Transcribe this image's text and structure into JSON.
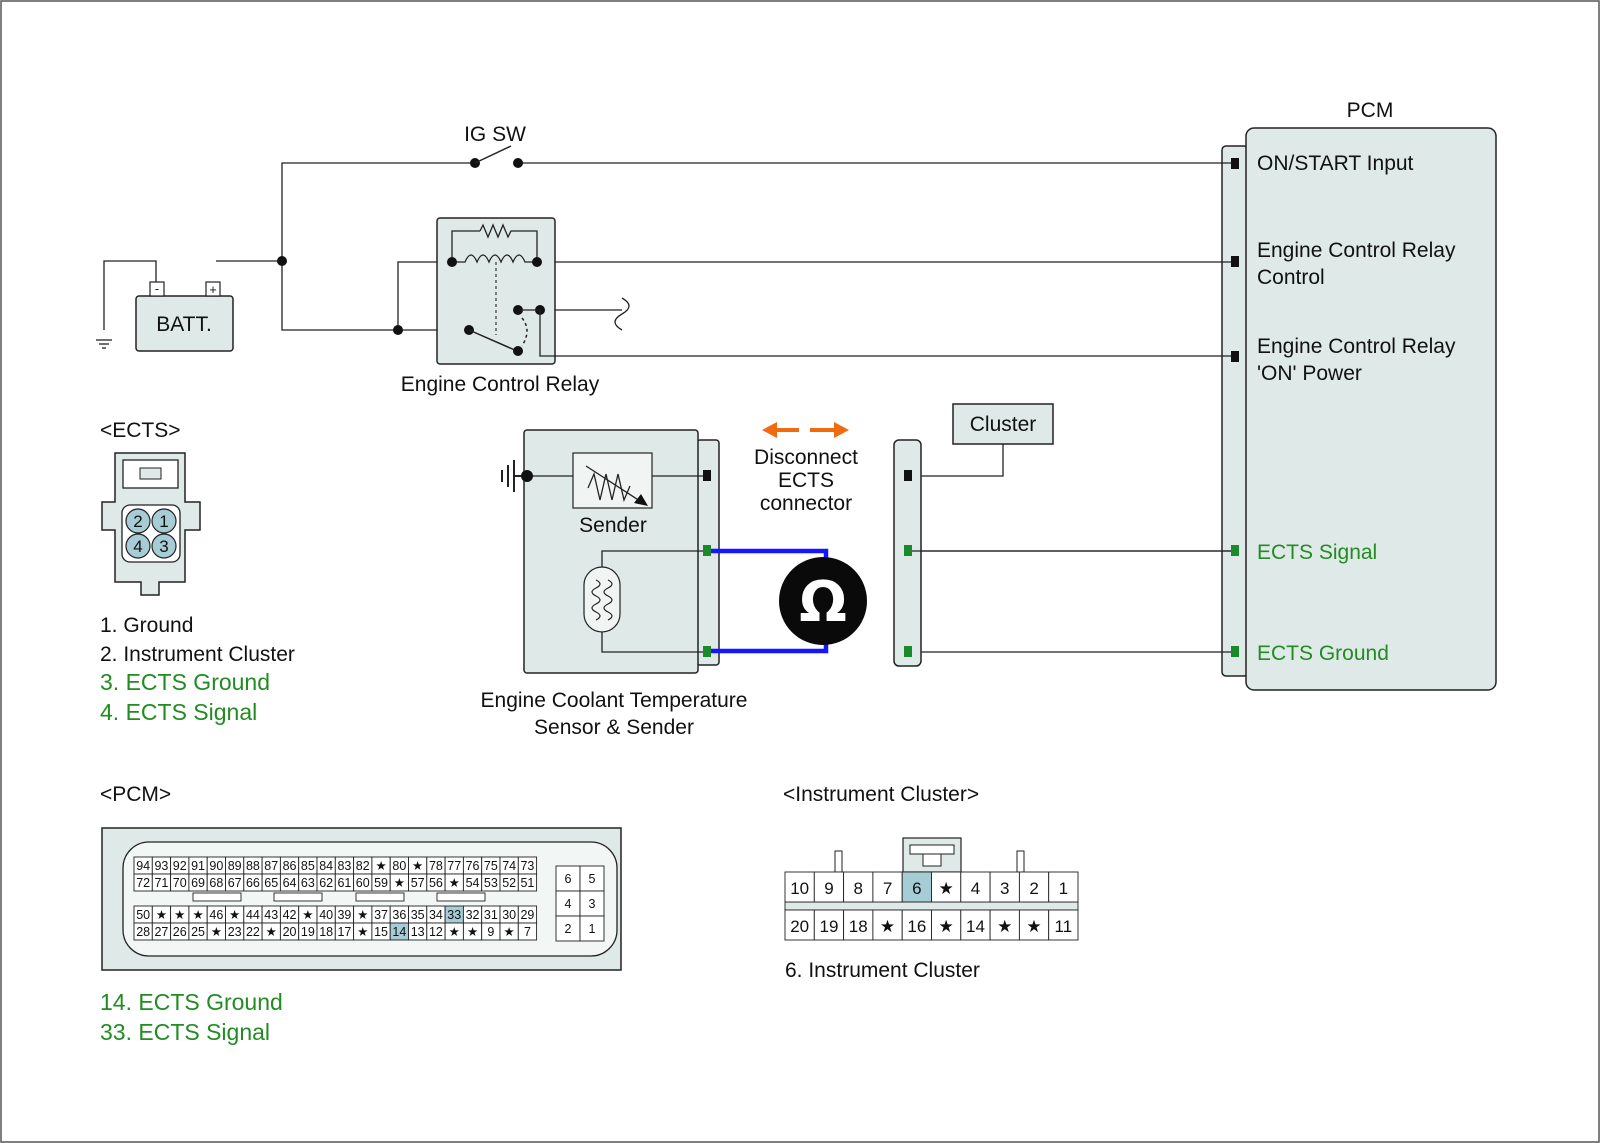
{
  "labels": {
    "ig_sw": "IG SW",
    "pcm_title": "PCM",
    "on_start": "ON/START Input",
    "ecr_control_1": "Engine Control Relay",
    "ecr_control_2": "Control",
    "ecr_on_1": "Engine Control Relay",
    "ecr_on_2": "'ON' Power",
    "ects_signal": "ECTS Signal",
    "ects_ground": "ECTS Ground",
    "batt": "BATT.",
    "batt_minus": "-",
    "batt_plus": "+",
    "relay": "Engine Control Relay",
    "cluster": "Cluster",
    "disconnect_1": "Disconnect",
    "disconnect_2": "ECTS",
    "disconnect_3": "connector",
    "sender": "Sender",
    "ohm": "Ω",
    "sensor_1": "Engine Coolant Temperature",
    "sensor_2": "Sensor & Sender"
  },
  "ects_connector": {
    "title": "<ECTS>",
    "pins": [
      "2",
      "1",
      "4",
      "3"
    ],
    "legend": [
      "1. Ground",
      "2. Instrument Cluster"
    ],
    "legend_green": [
      "3. ECTS Ground",
      "4. ECTS Signal"
    ]
  },
  "pcm_connector": {
    "title": "<PCM>",
    "rows": [
      [
        "94",
        "93",
        "92",
        "91",
        "90",
        "89",
        "88",
        "87",
        "86",
        "85",
        "84",
        "83",
        "82",
        "★",
        "80",
        "★",
        "78",
        "77",
        "76",
        "75",
        "74",
        "73"
      ],
      [
        "72",
        "71",
        "70",
        "69",
        "68",
        "67",
        "66",
        "65",
        "64",
        "63",
        "62",
        "61",
        "60",
        "59",
        "★",
        "57",
        "56",
        "★",
        "54",
        "53",
        "52",
        "51"
      ],
      [
        "50",
        "★",
        "★",
        "★",
        "46",
        "★",
        "44",
        "43",
        "42",
        "★",
        "40",
        "39",
        "★",
        "37",
        "36",
        "35",
        "34",
        "33",
        "32",
        "31",
        "30",
        "29"
      ],
      [
        "28",
        "27",
        "26",
        "25",
        "★",
        "23",
        "22",
        "★",
        "20",
        "19",
        "18",
        "17",
        "★",
        "15",
        "14",
        "13",
        "12",
        "★",
        "★",
        "9",
        "★",
        "7"
      ]
    ],
    "side_pins": [
      [
        "6",
        "5"
      ],
      [
        "4",
        "3"
      ],
      [
        "2",
        "1"
      ]
    ],
    "highlight": [
      "33",
      "14"
    ],
    "legend_green": [
      "14. ECTS Ground",
      "33. ECTS Signal"
    ]
  },
  "cluster_connector": {
    "title": "<Instrument Cluster>",
    "rows": [
      [
        "10",
        "9",
        "8",
        "7",
        "6",
        "★",
        "4",
        "3",
        "2",
        "1"
      ],
      [
        "20",
        "19",
        "18",
        "★",
        "16",
        "★",
        "14",
        "★",
        "★",
        "11"
      ]
    ],
    "highlight": [
      "6"
    ],
    "legend": [
      "6. Instrument Cluster"
    ]
  },
  "colors": {
    "green": "#228B22",
    "blue_wire": "#1515ff",
    "pin_highlight": "#a6ccd6",
    "box_fill": "#dfe9e7",
    "arrow": "#f26a10"
  }
}
